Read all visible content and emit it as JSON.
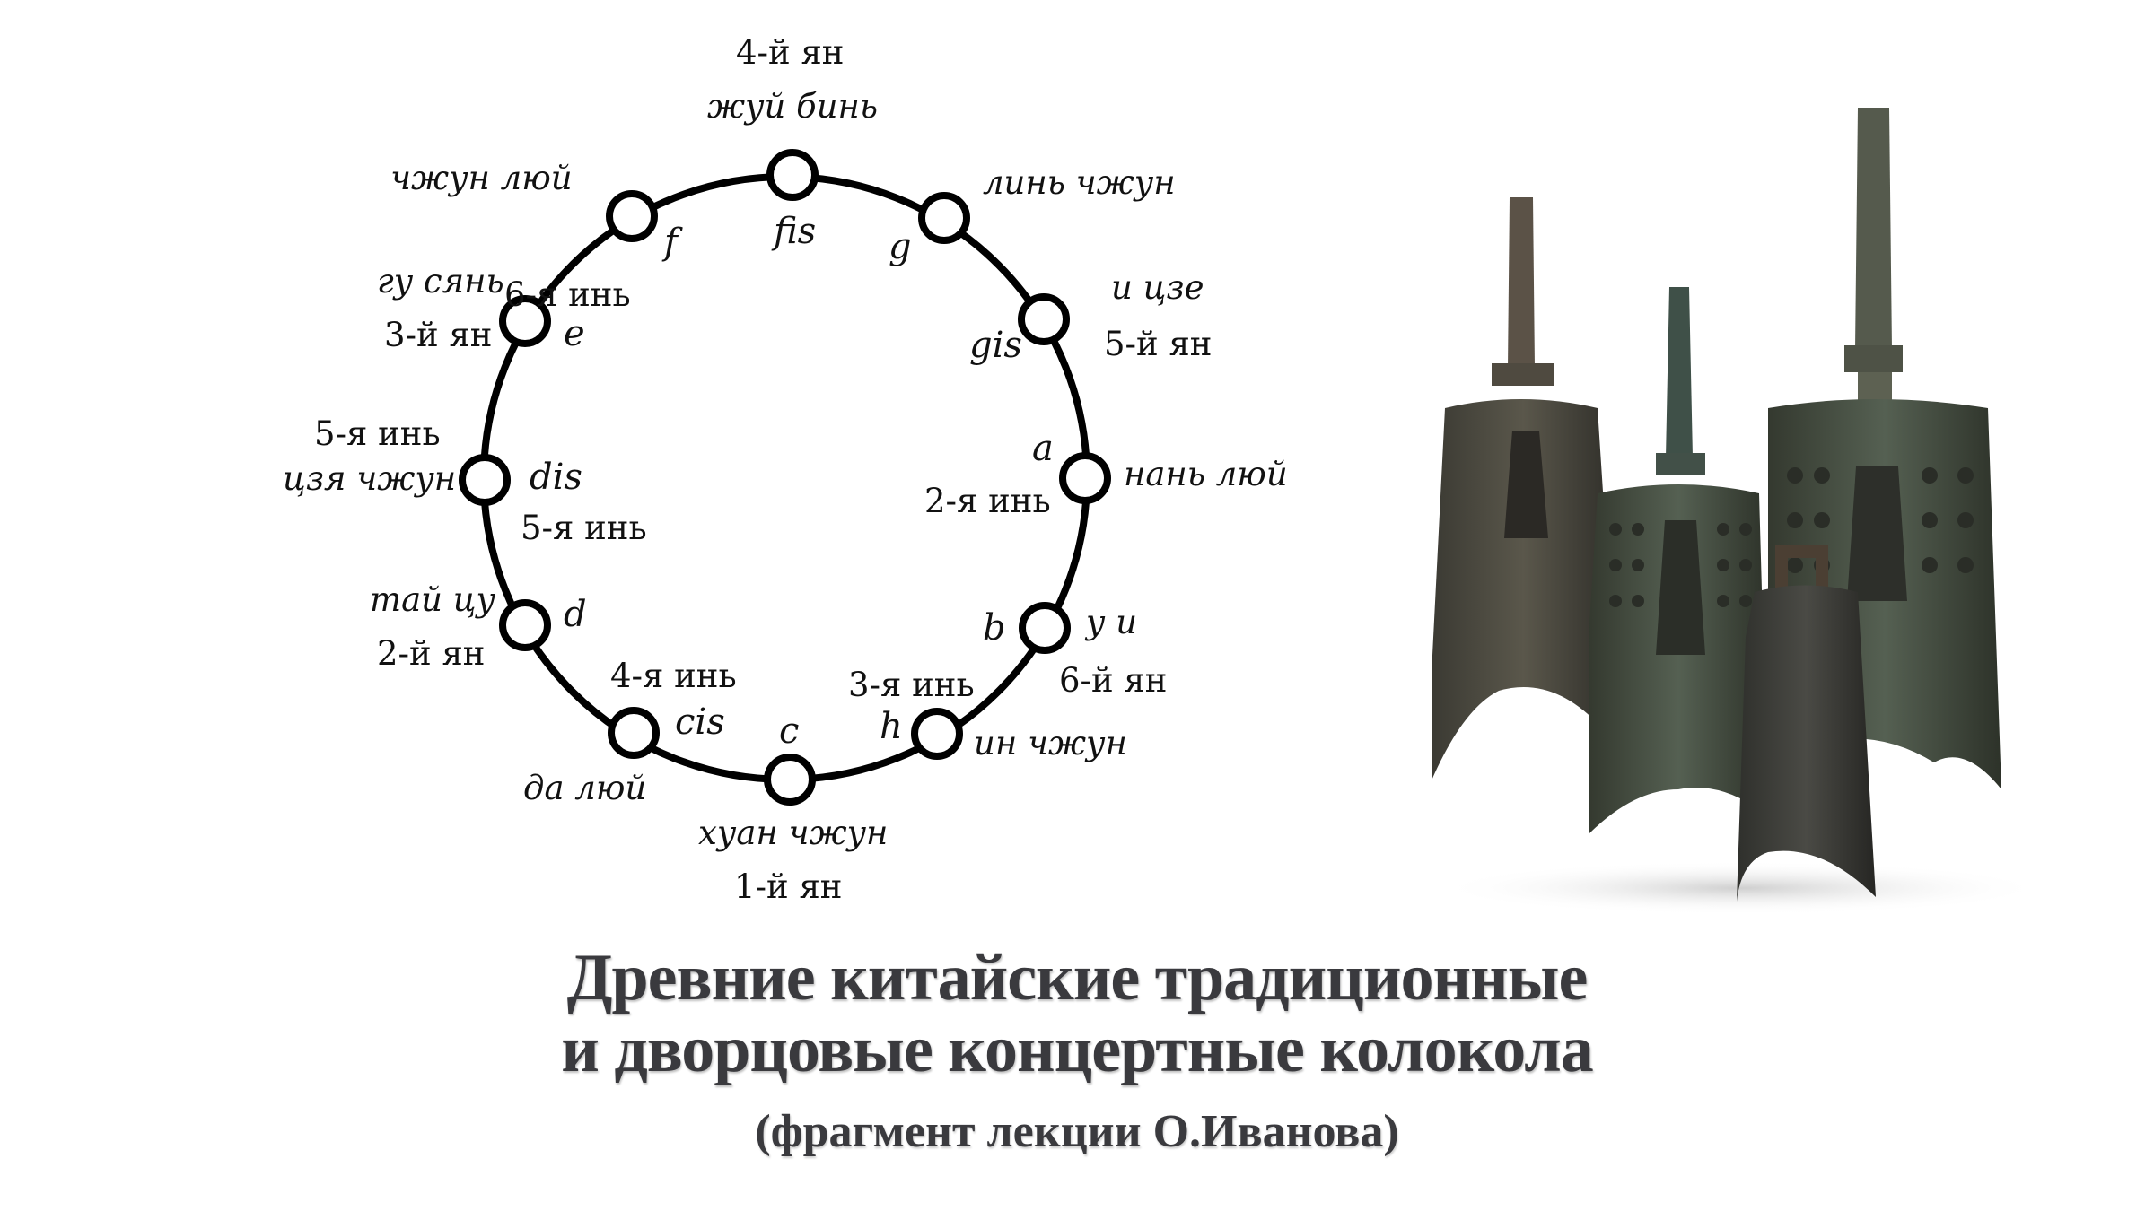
{
  "diagram": {
    "nodes": [
      {
        "note": "fis",
        "name_above": "жуй бинь",
        "name_above2": "4-й ян",
        "extra": ""
      },
      {
        "note": "g",
        "name": "линь чжун",
        "extra": ""
      },
      {
        "note": "gis",
        "name": "и цзе",
        "extra": "5-й ян"
      },
      {
        "note": "a",
        "name": "нань люй",
        "extra": "2-я инь"
      },
      {
        "note": "b",
        "name": "у и",
        "extra": "6-й ян"
      },
      {
        "note": "h",
        "name": "ин чжун",
        "extra": "3-я инь"
      },
      {
        "note": "c",
        "name": "хуан чжун",
        "extra": "1-й ян"
      },
      {
        "note": "cis",
        "name": "да люй",
        "extra": "4-я инь"
      },
      {
        "note": "d",
        "name": "тай цу",
        "extra": "2-й ян"
      },
      {
        "note": "dis",
        "name": "цзя чжун",
        "extra": "5-я инь",
        "extra2": "5-я инь"
      },
      {
        "note": "e",
        "name": "гу сянь",
        "extra": "3-й ян"
      },
      {
        "note": "f",
        "name": "чжун люй",
        "extra": "6-я инь"
      }
    ]
  },
  "photo": {
    "alt": "Древние китайские бронзовые колокола"
  },
  "title": {
    "line1": "Древние китайские традиционные",
    "line2": "и дворцовые концертные колокола",
    "subtitle": "(фрагмент лекции О.Иванова)"
  },
  "colors": {
    "title_text": "#3a3a3e",
    "diagram_stroke": "#000000",
    "background": "#ffffff"
  }
}
